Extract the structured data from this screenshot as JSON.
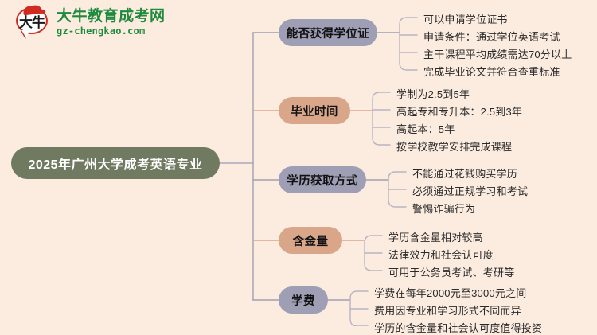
{
  "brand": {
    "logo_icon": "speech-bubble-logo-icon",
    "logo_glyph": "大牛",
    "name_cn": "大牛教育成考网",
    "url": "gz-chengkao.com",
    "brand_color": "#1e8a3c",
    "logo_accent_color": "#cf2b20"
  },
  "page": {
    "background_color": "#fcece0"
  },
  "mindmap": {
    "root": {
      "label": "2025年广州大学成考英语专业",
      "color": "#6f7a60",
      "text_color": "#ffffff"
    },
    "branches": [
      {
        "label": "能否获得学位证",
        "color": "#9e9fb5",
        "line_color": "#9e9fb5",
        "leaves": [
          "可以申请学位证书",
          "申请条件：通过学位英语考试",
          "主干课程平均成绩需达70分以上",
          "完成毕业论文并符合查重标准"
        ]
      },
      {
        "label": "毕业时间",
        "color": "#d9a689",
        "line_color": "#d9a689",
        "leaves": [
          "学制为2.5到5年",
          "高起专和专升本：2.5到3年",
          "高起本：5年",
          "按学校教学安排完成课程"
        ]
      },
      {
        "label": "学历获取方式",
        "color": "#9e9fb5",
        "line_color": "#9e9fb5",
        "leaves": [
          "不能通过花钱购买学历",
          "必须通过正规学习和考试",
          "警惕诈骗行为"
        ]
      },
      {
        "label": "含金量",
        "color": "#d9a689",
        "line_color": "#d9a689",
        "leaves": [
          "学历含金量相对较高",
          "法律效力和社会认可度",
          "可用于公务员考试、考研等"
        ]
      },
      {
        "label": "学费",
        "color": "#9e9fb5",
        "line_color": "#9e9fb5",
        "leaves": [
          "学费在每年2000元至3000元之间",
          "费用因专业和学习形式不同而异",
          "学历的含金量和社会认可度值得投资"
        ]
      }
    ]
  }
}
